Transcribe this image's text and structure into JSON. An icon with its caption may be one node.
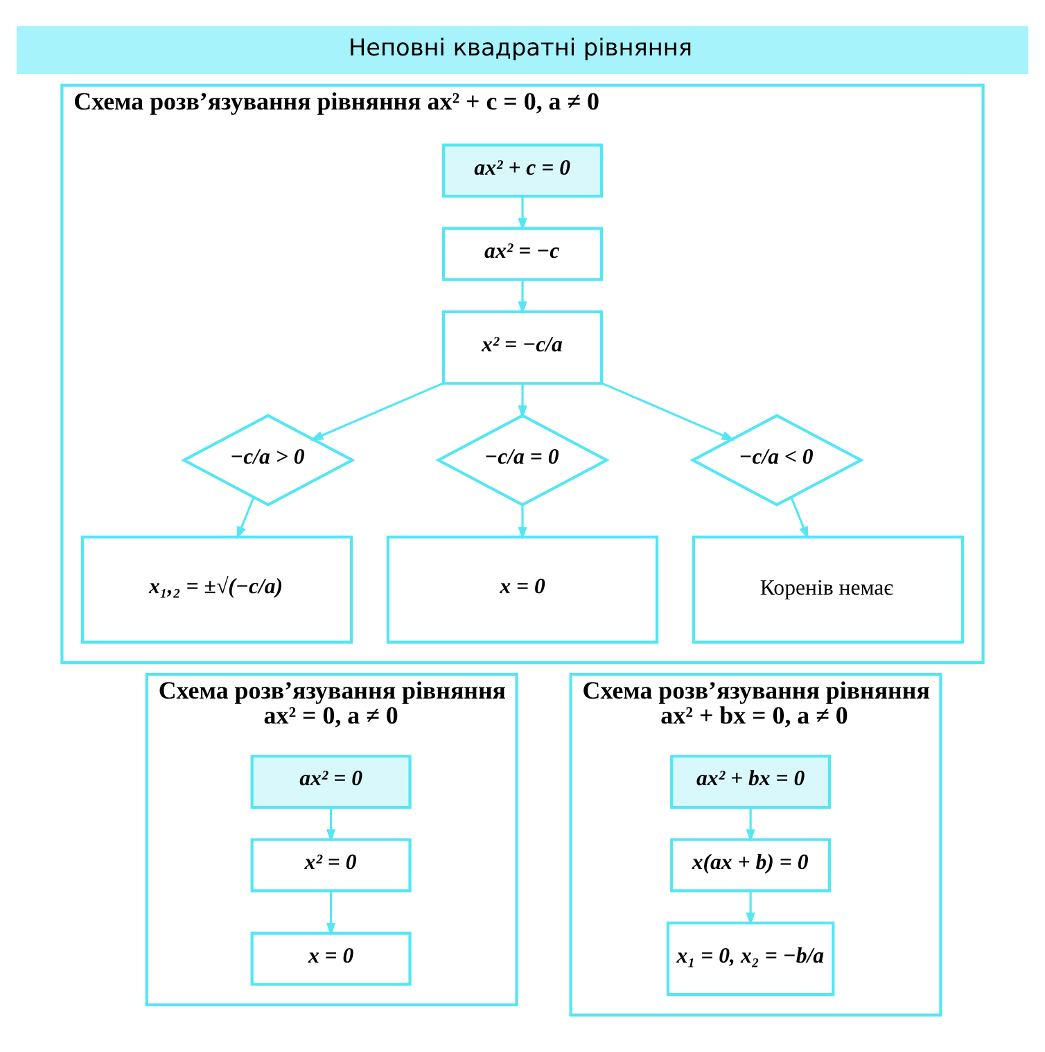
{
  "diagram": {
    "nodes": [
      {
        "text": [
          "Неповні квадратні рівняння"
        ]
      },
      {
        "text": [
          "Схема розв’язування рівняння ax² + c = 0, a ≠ 0"
        ]
      },
      {
        "text": [
          "ax² + c = 0"
        ],
        "in": 1
      },
      {
        "text": [
          "ax² = −c"
        ],
        "in": 1
      },
      {
        "text": [
          "x² = −c/a"
        ],
        "in": 1
      },
      {
        "text": [
          "−c/a > 0"
        ],
        "in": 1
      },
      {
        "text": [
          "−c/a = 0"
        ],
        "in": 1
      },
      {
        "text": [
          "−c/a < 0"
        ],
        "in": 1
      },
      {
        "text": [
          "x₁,₂ = ±√(−c/a)"
        ],
        "in": 1
      },
      {
        "text": [
          "x = 0"
        ],
        "in": 1
      },
      {
        "text": [
          "Коренів немає"
        ],
        "in": 1
      },
      {
        "text": [
          "Схема розв’язування рівняння ax² = 0, a ≠ 0"
        ]
      },
      {
        "text": [
          "ax² = 0"
        ],
        "in": 11
      },
      {
        "text": [
          "x² = 0"
        ],
        "in": 11
      },
      {
        "text": [
          "x = 0"
        ],
        "in": 11
      },
      {
        "text": [
          "Схема розв’язування рівняння ax² + bx = 0, a ≠ 0"
        ]
      },
      {
        "text": [
          "ax² + bx = 0"
        ],
        "in": 15
      },
      {
        "text": [
          "x(ax + b) = 0"
        ],
        "in": 15
      },
      {
        "text": [
          "x₁ = 0, x₂ = −b/a"
        ],
        "in": 15
      }
    ],
    "edges": [
      {
        "from": 2,
        "to": 3,
        "arrow": "to"
      },
      {
        "from": 3,
        "to": 4,
        "arrow": "to"
      },
      {
        "from": 4,
        "to": 5,
        "arrow": "to"
      },
      {
        "from": 4,
        "to": 6,
        "arrow": "to"
      },
      {
        "from": 4,
        "to": 7,
        "arrow": "to"
      },
      {
        "from": 5,
        "to": 8,
        "arrow": "to"
      },
      {
        "from": 6,
        "to": 9,
        "arrow": "to"
      },
      {
        "from": 7,
        "to": 10,
        "arrow": "to"
      },
      {
        "from": 12,
        "to": 13,
        "arrow": "to"
      },
      {
        "from": 13,
        "to": 14,
        "arrow": "to"
      },
      {
        "from": 16,
        "to": 17,
        "arrow": "to"
      },
      {
        "from": 17,
        "to": 18,
        "arrow": "to"
      }
    ]
  }
}
